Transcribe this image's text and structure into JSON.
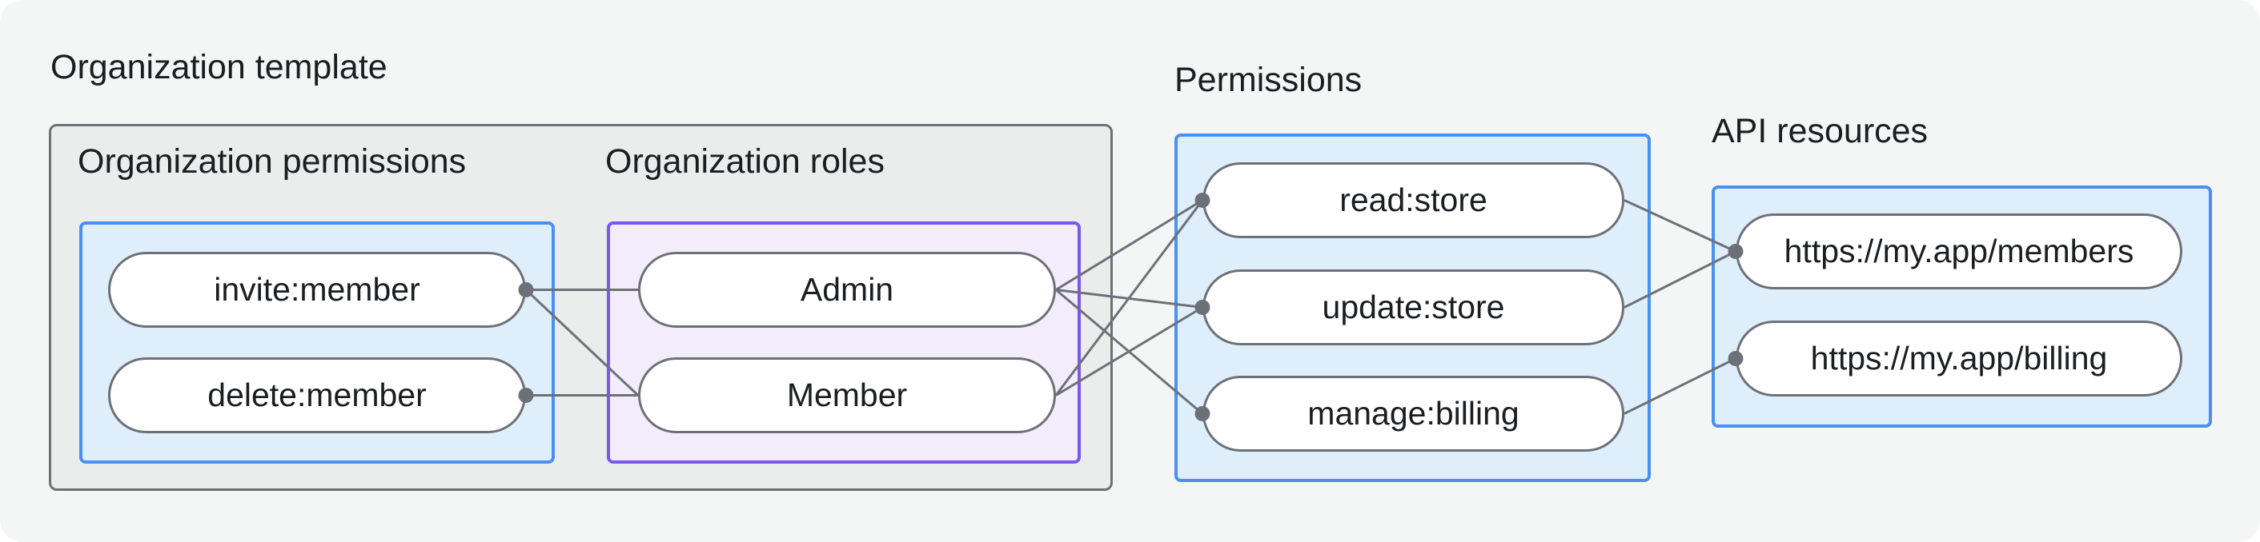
{
  "diagram": {
    "title": "Organization template",
    "sections": [
      {
        "id": "org_permissions",
        "label": "Organization permissions",
        "nodes": [
          {
            "id": "invite",
            "label": "invite:member"
          },
          {
            "id": "delete",
            "label": "delete:member"
          }
        ]
      },
      {
        "id": "org_roles",
        "label": "Organization roles",
        "nodes": [
          {
            "id": "admin",
            "label": "Admin"
          },
          {
            "id": "member",
            "label": "Member"
          }
        ]
      },
      {
        "id": "permissions",
        "label": "Permissions",
        "nodes": [
          {
            "id": "read",
            "label": "read:store"
          },
          {
            "id": "update",
            "label": "update:store"
          },
          {
            "id": "manage",
            "label": "manage:billing"
          }
        ]
      },
      {
        "id": "api_resources",
        "label": "API resources",
        "nodes": [
          {
            "id": "members_api",
            "label": "https://my.app/members"
          },
          {
            "id": "billing_api",
            "label": "https://my.app/billing"
          }
        ]
      }
    ],
    "connections": [
      {
        "from": "invite",
        "to": "admin"
      },
      {
        "from": "invite",
        "to": "member"
      },
      {
        "from": "delete",
        "to": "member"
      },
      {
        "from": "admin",
        "to": "read"
      },
      {
        "from": "admin",
        "to": "update"
      },
      {
        "from": "admin",
        "to": "manage"
      },
      {
        "from": "member",
        "to": "read"
      },
      {
        "from": "member",
        "to": "update"
      },
      {
        "from": "read",
        "to": "members_api"
      },
      {
        "from": "update",
        "to": "members_api"
      },
      {
        "from": "manage",
        "to": "billing_api"
      }
    ],
    "colors": {
      "canvas_bg": "#f4f6f6",
      "text": "#1b1d21",
      "outer_box_fill": "#ebecec",
      "outer_box_border": "#6d7177",
      "blue_box_fill": "#dfeefb",
      "blue_box_border": "#4a90f2",
      "purple_box_fill": "#f3edfb",
      "purple_box_border": "#7a57ef",
      "node_fill": "#ffffff",
      "node_border": "#6d7177",
      "connector": "#6d7177"
    }
  }
}
